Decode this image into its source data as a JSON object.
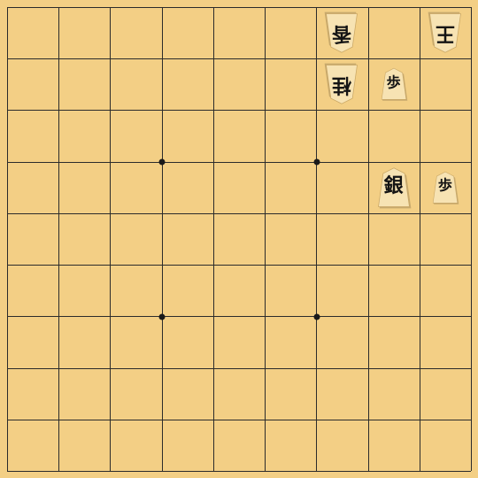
{
  "board": {
    "files": 9,
    "ranks": 9,
    "colors": {
      "board": "#f3cf85",
      "line": "#2b2b2b",
      "piece_face": "#f7e3b3",
      "piece_edge": "#caa866",
      "text": "#141414"
    }
  },
  "pieces": [
    {
      "id": "king-gote",
      "kanji": "王",
      "side": "gote",
      "file": 1,
      "rank": 1,
      "size": "large"
    },
    {
      "id": "lance-gote",
      "kanji": "香",
      "side": "gote",
      "file": 3,
      "rank": 1,
      "size": "large"
    },
    {
      "id": "knight-gote",
      "kanji": "桂",
      "side": "gote",
      "file": 3,
      "rank": 2,
      "size": "large"
    },
    {
      "id": "pawn-sente-2b",
      "kanji": "歩",
      "side": "sente",
      "file": 2,
      "rank": 2,
      "size": "small"
    },
    {
      "id": "silver-sente",
      "kanji": "銀",
      "side": "sente",
      "file": 2,
      "rank": 4,
      "size": "large"
    },
    {
      "id": "pawn-sente-1d",
      "kanji": "歩",
      "side": "sente",
      "file": 1,
      "rank": 4,
      "size": "small"
    }
  ]
}
